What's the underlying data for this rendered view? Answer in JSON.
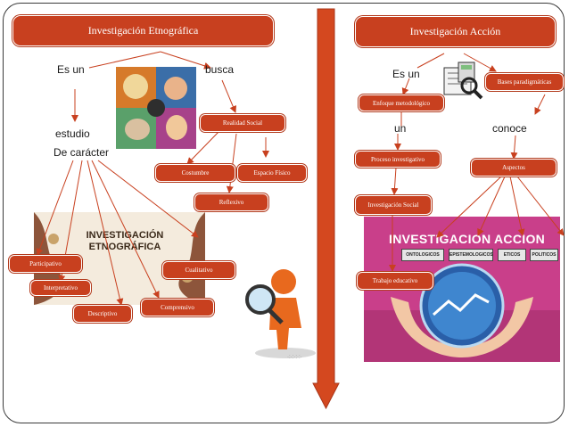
{
  "left": {
    "title": "Investigación Etnográfica",
    "es_un": "Es un",
    "busca": "busca",
    "estudio": "estudio",
    "de_caracter": "De carácter",
    "realidad_social": "Realidad Social",
    "costumbre": "Costumbre",
    "espacio_fisico": "Espacio Físico",
    "reflexivo": "Reflexivo",
    "participativo": "Participativo",
    "interpretativo": "Interpretativo",
    "descriptivo": "Descriptivo",
    "comprensivo": "Comprensivo",
    "cualitativo": "Cualitativo",
    "image_title_line1": "INVESTIGACIÓN",
    "image_title_line2": "ETNOGRÁFICA"
  },
  "right": {
    "title": "Investigación Acción",
    "es_un": "Es un",
    "un": "un",
    "conoce": "conoce",
    "bases_paradigmaticas": "Bases paradigmáticas",
    "enfoque_metodologico": "Enfoque metodológico",
    "proceso_investigativo": "Proceso investigativo",
    "aspectos": "Aspectos",
    "investigacion_social": "Investigación Social",
    "trabajo_educativo": "Trabajo educativo",
    "banner_title": "INVESTIGACION ACCION",
    "banner_tags": [
      "ONTOLOGICOS",
      "EPISTEMOLOGICOS",
      "ETICOS",
      "POLITICOS"
    ]
  },
  "colors": {
    "node": "#c8401f",
    "arrow": "#c8401f",
    "divider": "#d4481f"
  }
}
